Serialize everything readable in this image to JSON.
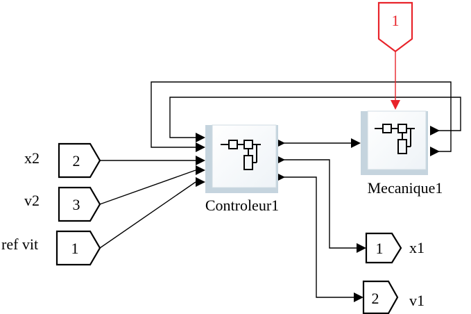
{
  "blocks": {
    "controller": {
      "name": "Controleur1",
      "icon": "subsystem-icon"
    },
    "mechanics": {
      "name": "Mecanique1",
      "icon": "subsystem-icon"
    }
  },
  "inports": [
    {
      "number": "2",
      "label": "x2"
    },
    {
      "number": "3",
      "label": "v2"
    },
    {
      "number": "1",
      "label": "ref vit"
    }
  ],
  "top_inport": {
    "number": "1",
    "color": "#e8232a"
  },
  "outports": [
    {
      "number": "1",
      "label": "x1"
    },
    {
      "number": "2",
      "label": "v1"
    }
  ],
  "colors": {
    "line": "#000000",
    "highlight": "#e8232a",
    "block_shadow": "#c5d4de"
  }
}
